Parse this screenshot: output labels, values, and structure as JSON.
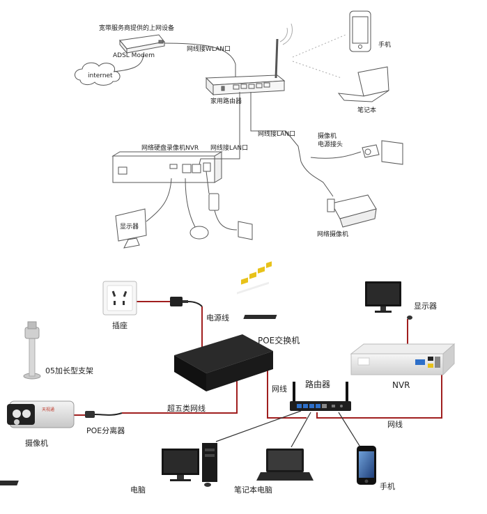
{
  "top_diagram": {
    "isp_device_label": "宽带服务商提供的上网设备",
    "modem_label": "ADSL Modem",
    "internet_label": "internet",
    "wlan_label": "网线接WLAN口",
    "router_label": "家用路由器",
    "phone_label": "手机",
    "laptop_label": "笔记本",
    "nvr_label": "网络硬盘录像机NVR",
    "lan_label_1": "网线接LAN口",
    "lan_label_2": "网线接LAN口",
    "camera_power_label": "摄像机\n电源接头",
    "monitor_label": "显示器",
    "ip_camera_label": "网络摄像机"
  },
  "bottom_diagram": {
    "socket_label": "插座",
    "power_cord_label": "电源线",
    "poe_switch_label": "POE交换机",
    "bracket_label": "05加长型支架",
    "camera_label": "摄像机",
    "poe_splitter_label": "POE分离器",
    "cat5e_label": "超五类网线",
    "cable_label_1": "网线",
    "router_label": "路由器",
    "cable_label_2": "网线",
    "monitor_label": "显示器",
    "nvr_label": "NVR",
    "pc_label": "电脑",
    "laptop_label": "笔记本电脑",
    "phone_label": "手机",
    "camera_brand": "天视通"
  },
  "colors": {
    "red_wire": "#a01e1e",
    "grey_wire": "#888888",
    "device_dark": "#1c1c1c",
    "port_blue": "#2d6fc9",
    "port_yellow": "#e8c21a"
  }
}
